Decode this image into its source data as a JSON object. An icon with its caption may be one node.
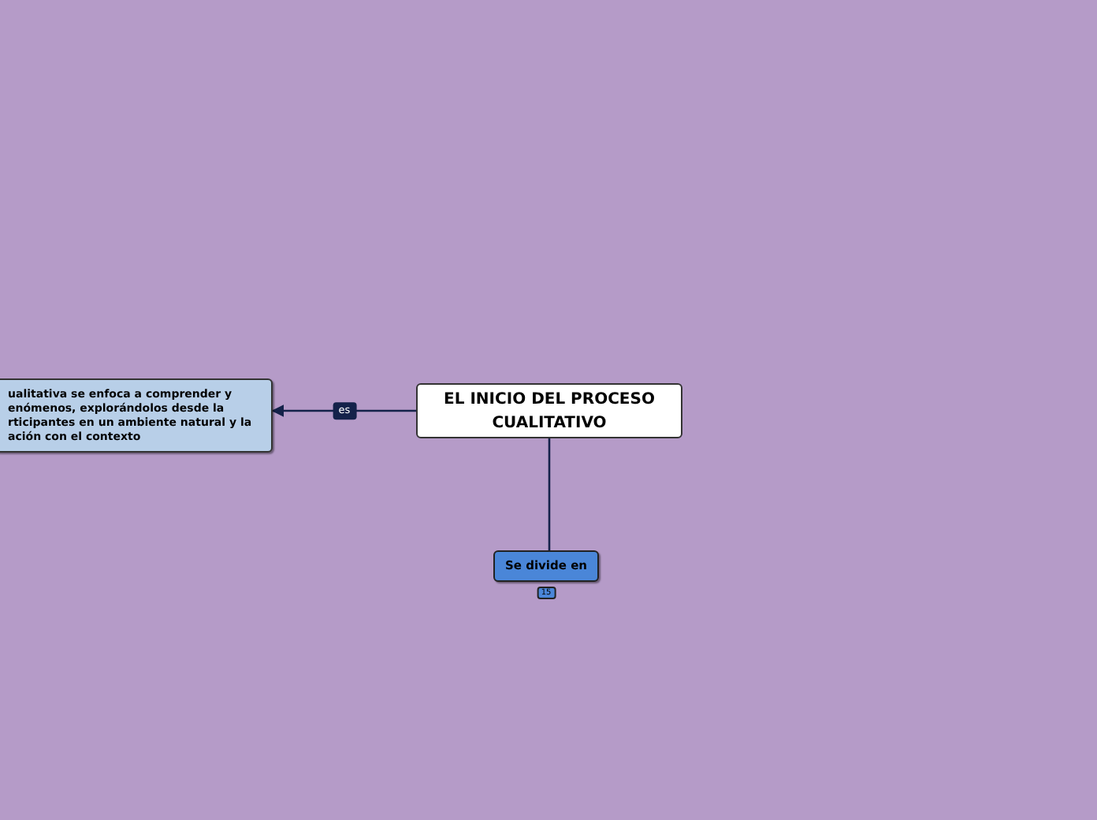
{
  "diagram": {
    "nodes": [
      {
        "text": [
          "EL INICIO DEL PROCESO CUALITATIVO"
        ]
      },
      {
        "text": [
          "ualitativa se enfoca a comprender y enómenos, explorándolos desde la rticipantes en un ambiente natural y la ación con el contexto"
        ]
      },
      {
        "text": [
          "Se divide en"
        ],
        "beside": [
          "15"
        ]
      }
    ],
    "edges": [
      {
        "from": 0,
        "to": 1,
        "arrow": "to",
        "label": "es"
      },
      {
        "from": 0,
        "to": 2,
        "arrow": "none"
      }
    ]
  }
}
